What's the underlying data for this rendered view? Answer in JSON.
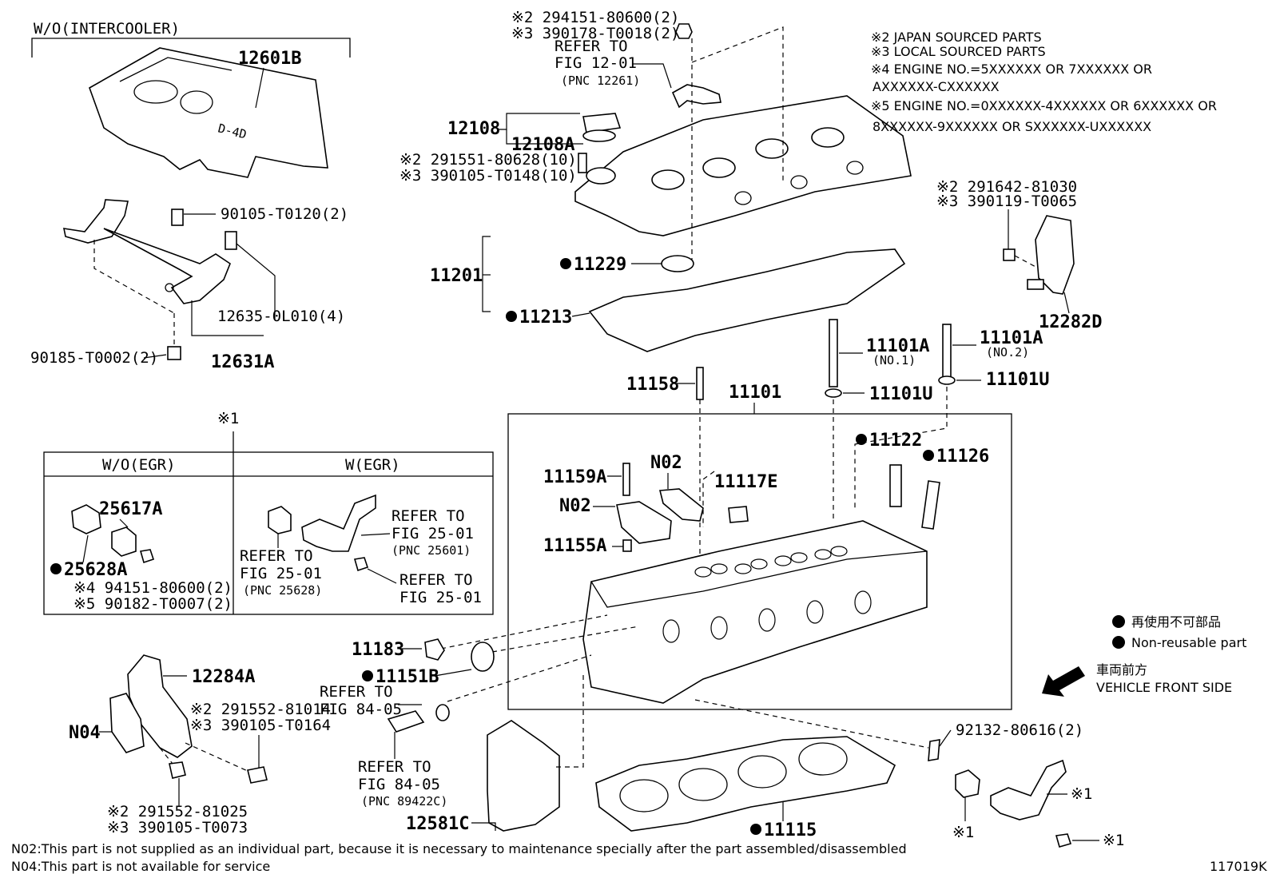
{
  "header": {
    "wo_intercooler": "W/O(INTERCOOLER)"
  },
  "notes": [
    "※2 JAPAN SOURCED PARTS",
    "※3 LOCAL SOURCED PARTS",
    "※4 ENGINE NO.=5XXXXXX OR 7XXXXXX OR",
    "AXXXXXX-CXXXXXX",
    "※5 ENGINE NO.=0XXXXXX-4XXXXXX OR 6XXXXXX OR",
    "8XXXXXX-9XXXXXX OR SXXXXXX-UXXXXXX"
  ],
  "labels": {
    "p12601B": "12601B",
    "p90105_T0120": "90105-T0120(2)",
    "p12635": "12635-0L010(4)",
    "p90185": "90185-T0002(2)",
    "p12631A": "12631A",
    "p294151": "※2 294151-80600(2)",
    "p390178": "※3 390178-T0018(2)",
    "refer_to": "REFER TO",
    "fig_12_01": "FIG 12-01",
    "pnc_12261": "(PNC 12261)",
    "p12108": "12108",
    "p12108A": "12108A",
    "p291551": "※2 291551-80628(10)",
    "p390105_T0148": "※3 390105-T0148(10)",
    "p11201": "11201",
    "p11229": "11229",
    "p11213": "11213",
    "p291642": "※2 291642-81030",
    "p390119": "※3 390119-T0065",
    "p12282D": "12282D",
    "p11101A_1": "11101A",
    "no1": "(NO.1)",
    "p11101A_2": "11101A",
    "no2": "(NO.2)",
    "p11101U_1": "11101U",
    "p11101U_2": "11101U",
    "p11158": "11158",
    "p11101": "11101",
    "p11122": "11122",
    "p11126": "11126",
    "p11159A": "11159A",
    "n02_a": "N02",
    "n02_b": "N02",
    "p11117E": "11117E",
    "p11155A": "11155A",
    "mark1": "※1",
    "wo_egr": "W/O(EGR)",
    "w_egr": "W(EGR)",
    "p25617A": "25617A",
    "p25628A": "25628A",
    "p94151": "※4 94151-80600(2)",
    "p90182": "※5 90182-T0007(2)",
    "fig_25_01": "FIG 25-01",
    "pnc_25601": "(PNC 25601)",
    "pnc_25628": "(PNC 25628)",
    "p11183": "11183",
    "p11151B": "11151B",
    "fig_84_05": "FIG 84-05",
    "pnc_89422C": "(PNC 89422C)",
    "p12284A": "12284A",
    "p291552_81014": "※2 291552-81014",
    "p390105_T0164": "※3 390105-T0164",
    "n04": "N04",
    "p291552_81025": "※2 291552-81025",
    "p390105_T0073": "※3 390105-T0073",
    "p12581C": "12581C",
    "p11115": "11115",
    "p92132": "92132-80616(2)",
    "legend_jp": "再使用不可部品",
    "legend_en": "Non-reusable part",
    "front_jp": "車両前方",
    "front_en": "VEHICLE FRONT SIDE",
    "footnote_n02": "N02:This part is not supplied as an individual part, because it is necessary to maintenance specially after the part assembled/disassembled",
    "footnote_n04": "N04:This part is not available for service",
    "figure_id": "117019K"
  }
}
